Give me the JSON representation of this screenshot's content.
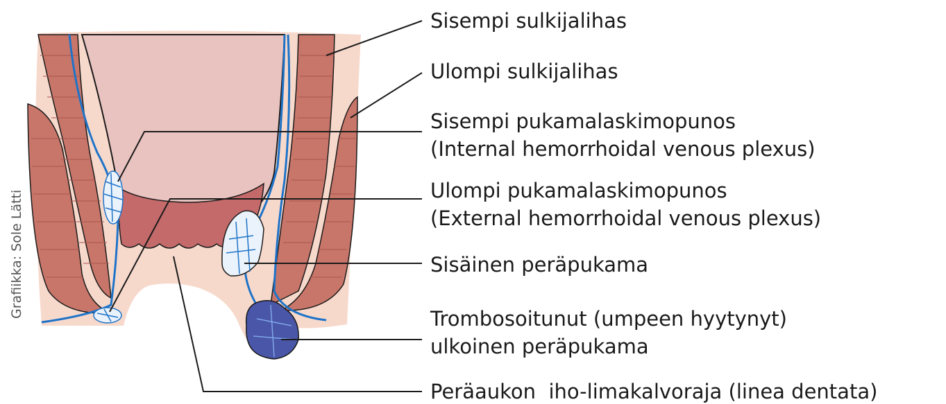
{
  "credit": "Grafiikka: Sole Lätti",
  "colors": {
    "skin": "#f7d9cc",
    "muscle": "#c8766a",
    "muscle_dark": "#a9544c",
    "mucosa": "#e9c3bf",
    "canal": "#c46a6a",
    "vein": "#1e73c8",
    "clot": "#4a56a8",
    "outline": "#1a1a1a"
  },
  "labels": [
    {
      "id": "internal-sphincter",
      "lines": [
        "Sisempi sulkijalihas"
      ]
    },
    {
      "id": "external-sphincter",
      "lines": [
        "Ulompi sulkijalihas"
      ]
    },
    {
      "id": "internal-plexus",
      "lines": [
        "Sisempi pukamalaskimopunos",
        "(Internal hemorrhoidal venous plexus)"
      ]
    },
    {
      "id": "external-plexus",
      "lines": [
        "Ulompi pukamalaskimopunos",
        "(External hemorrhoidal venous plexus)"
      ]
    },
    {
      "id": "internal-hemorrhoid",
      "lines": [
        "Sisäinen peräpukama"
      ]
    },
    {
      "id": "thrombosed-hemorrhoid",
      "lines": [
        "Trombosoitunut (umpeen hyytynyt)",
        "ulkoinen peräpukama"
      ]
    },
    {
      "id": "dentate-line",
      "lines": [
        "Peräaukon  iho-limakalvoraja (linea dentata)"
      ]
    }
  ]
}
